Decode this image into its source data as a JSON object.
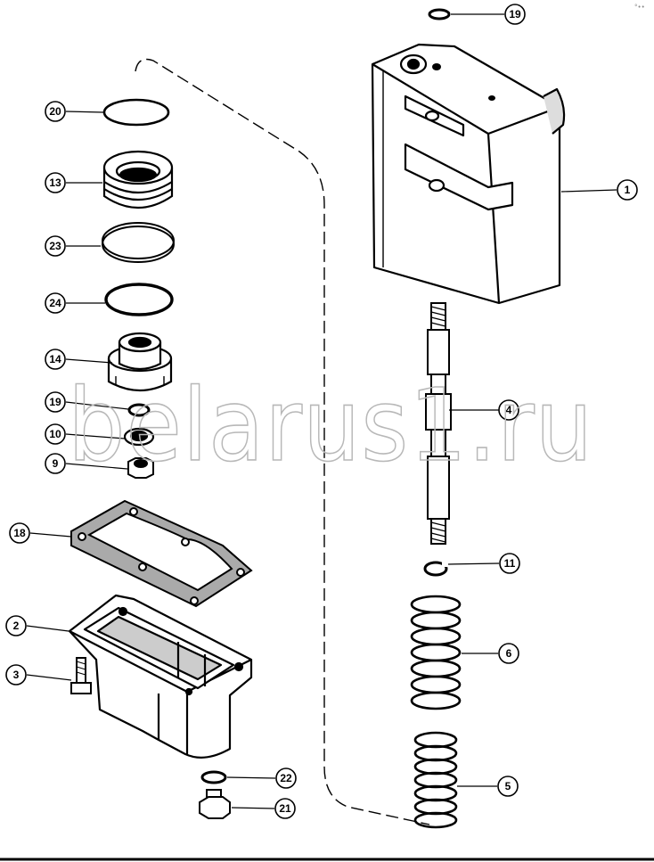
{
  "watermark": "belarus1.ru",
  "corner_mark": "°••",
  "callouts": {
    "c1": "1",
    "c2": "2",
    "c3": "3",
    "c4": "4",
    "c5": "5",
    "c6": "6",
    "c9": "9",
    "c10": "10",
    "c11": "11",
    "c13": "13",
    "c14": "14",
    "c18": "18",
    "c19a": "19",
    "c19b": "19",
    "c20": "20",
    "c21": "21",
    "c22": "22",
    "c23": "23",
    "c24": "24"
  }
}
